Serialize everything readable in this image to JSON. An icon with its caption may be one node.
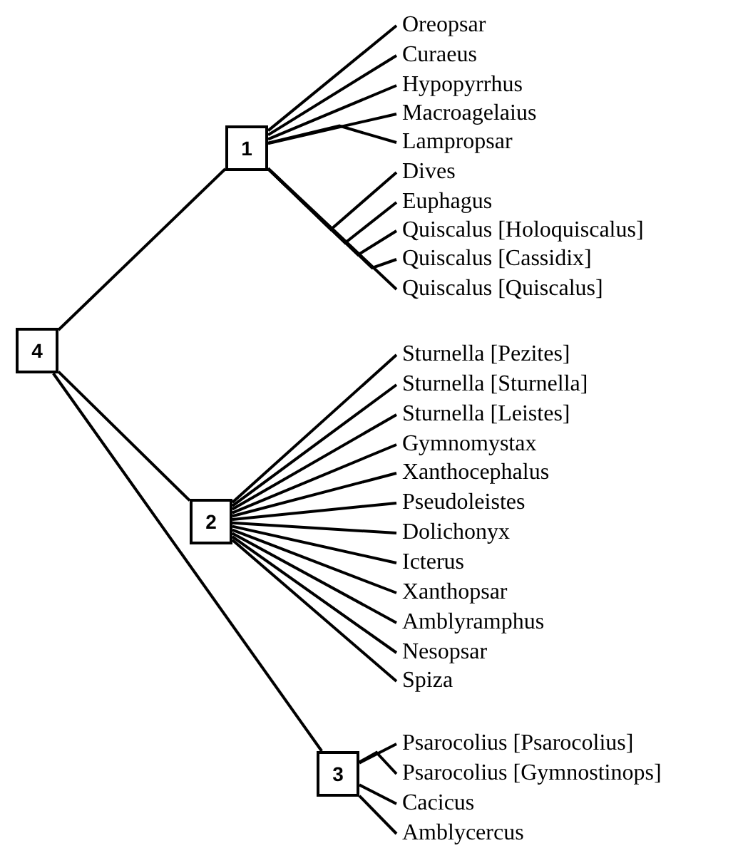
{
  "diagram": {
    "nodes": [
      {
        "text": [
          "4"
        ]
      },
      {
        "text": [
          "1"
        ]
      },
      {
        "text": [
          "Oreopsar"
        ]
      },
      {
        "text": [
          "Curaeus"
        ]
      },
      {
        "text": [
          "Hypopyrrhus"
        ]
      },
      {
        "text": [
          "Macroagelaius"
        ]
      },
      {
        "text": [
          "Lampropsar"
        ]
      },
      {
        "text": [
          "Dives"
        ]
      },
      {
        "text": [
          "Euphagus"
        ]
      },
      {
        "text": [
          "Quiscalus [Holoquiscalus]"
        ]
      },
      {
        "text": [
          "Quiscalus [Cassidix]"
        ]
      },
      {
        "text": [
          "Quiscalus [Quiscalus]"
        ]
      },
      {
        "text": [
          "2"
        ]
      },
      {
        "text": [
          "Sturnella [Pezites]"
        ]
      },
      {
        "text": [
          "Sturnella [Sturnella]"
        ]
      },
      {
        "text": [
          "Sturnella [Leistes]"
        ]
      },
      {
        "text": [
          "Gymnomystax"
        ]
      },
      {
        "text": [
          "Xanthocephalus"
        ]
      },
      {
        "text": [
          "Pseudoleistes"
        ]
      },
      {
        "text": [
          "Dolichonyx"
        ]
      },
      {
        "text": [
          "Icterus"
        ]
      },
      {
        "text": [
          "Xanthopsar"
        ]
      },
      {
        "text": [
          "Amblyramphus"
        ]
      },
      {
        "text": [
          "Nesopsar"
        ]
      },
      {
        "text": [
          "Spiza"
        ]
      },
      {
        "text": [
          "3"
        ]
      },
      {
        "text": [
          "Psarocolius [Psarocolius]"
        ]
      },
      {
        "text": [
          "Psarocolius [Gymnostinops]"
        ]
      },
      {
        "text": [
          "Cacicus"
        ]
      },
      {
        "text": [
          "Amblycercus"
        ]
      }
    ],
    "edges": [
      {
        "from": 0,
        "to": 1,
        "arrow": "none"
      },
      {
        "from": 0,
        "to": 12,
        "arrow": "none"
      },
      {
        "from": 0,
        "to": 25,
        "arrow": "none"
      },
      {
        "from": 1,
        "to": 2,
        "arrow": "none"
      },
      {
        "from": 1,
        "to": 3,
        "arrow": "none"
      },
      {
        "from": 1,
        "to": 4,
        "arrow": "none"
      },
      {
        "from": 1,
        "to": 5,
        "arrow": "none"
      },
      {
        "from": 1,
        "to": 6,
        "arrow": "none"
      },
      {
        "from": 1,
        "to": 7,
        "arrow": "none"
      },
      {
        "from": 1,
        "to": 8,
        "arrow": "none"
      },
      {
        "from": 1,
        "to": 9,
        "arrow": "none"
      },
      {
        "from": 1,
        "to": 10,
        "arrow": "none"
      },
      {
        "from": 1,
        "to": 11,
        "arrow": "none"
      },
      {
        "from": 12,
        "to": 13,
        "arrow": "none"
      },
      {
        "from": 12,
        "to": 14,
        "arrow": "none"
      },
      {
        "from": 12,
        "to": 15,
        "arrow": "none"
      },
      {
        "from": 12,
        "to": 16,
        "arrow": "none"
      },
      {
        "from": 12,
        "to": 17,
        "arrow": "none"
      },
      {
        "from": 12,
        "to": 18,
        "arrow": "none"
      },
      {
        "from": 12,
        "to": 19,
        "arrow": "none"
      },
      {
        "from": 12,
        "to": 20,
        "arrow": "none"
      },
      {
        "from": 12,
        "to": 21,
        "arrow": "none"
      },
      {
        "from": 12,
        "to": 22,
        "arrow": "none"
      },
      {
        "from": 12,
        "to": 23,
        "arrow": "none"
      },
      {
        "from": 12,
        "to": 24,
        "arrow": "none"
      },
      {
        "from": 25,
        "to": 26,
        "arrow": "none"
      },
      {
        "from": 25,
        "to": 27,
        "arrow": "none"
      },
      {
        "from": 25,
        "to": 28,
        "arrow": "none"
      },
      {
        "from": 25,
        "to": 29,
        "arrow": "none"
      }
    ]
  }
}
